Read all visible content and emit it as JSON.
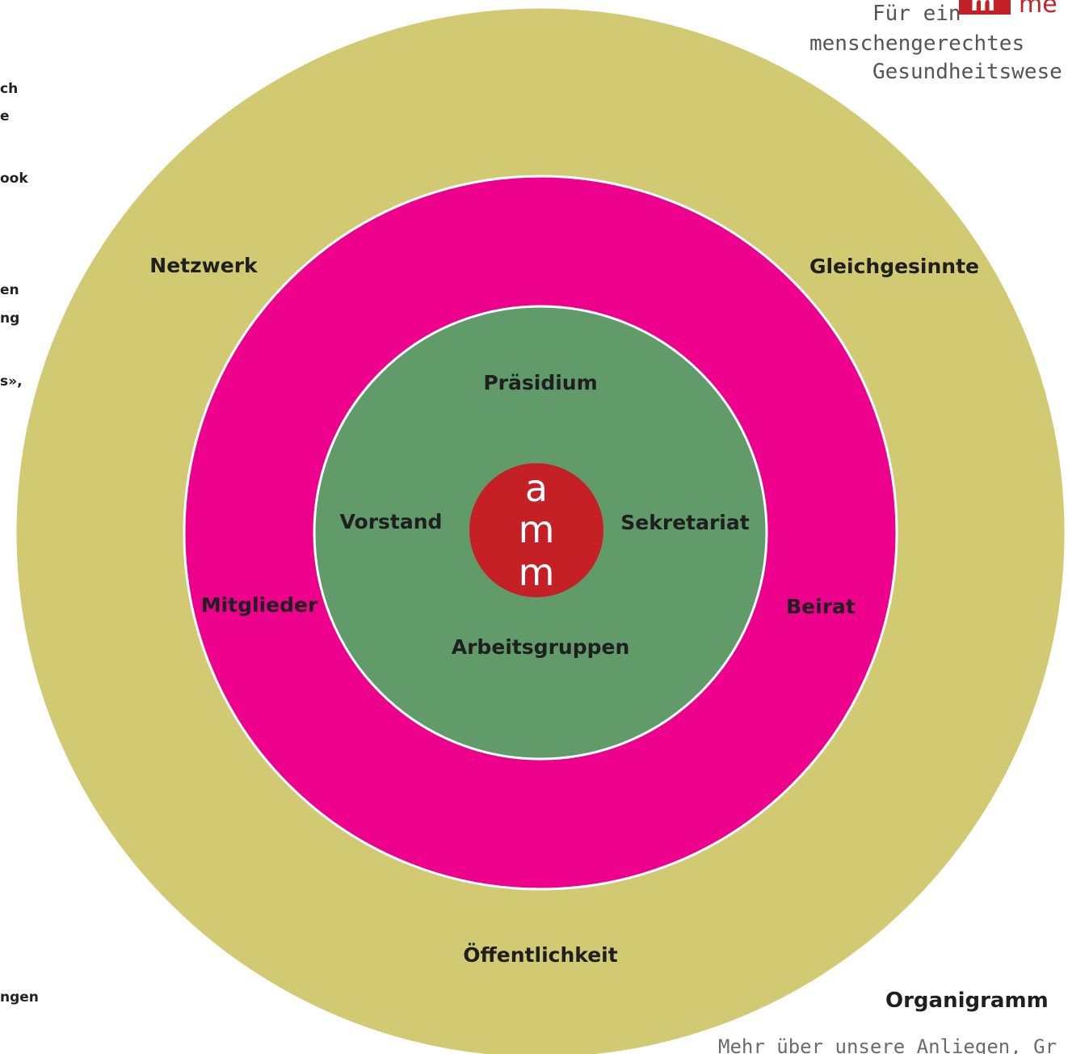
{
  "sidebar_fragments": [
    "ch",
    "e",
    "ook",
    "en",
    "ng",
    "s»,",
    "ngen"
  ],
  "logo": {
    "line1": "Für ein",
    "mark_letter": "m",
    "word": "me",
    "line2": "menschengerechtes",
    "line3": "Gesundheitswese"
  },
  "diagram": {
    "outer_ring": {
      "color": "#d2ca73",
      "labels": {
        "top_left": "Netzwerk",
        "top_right": "Gleichgesinnte",
        "bottom": "Öffentlichkeit"
      }
    },
    "middle_ring": {
      "color": "#ec008c",
      "labels": {
        "left": "Mitglieder",
        "right": "Beirat"
      }
    },
    "inner_circle": {
      "color": "#609b69",
      "labels": {
        "top": "Präsidium",
        "left": "Vorstand",
        "right": "Sekretariat",
        "bottom": "Arbeitsgruppen"
      }
    },
    "core": {
      "color": "#c42026",
      "letters": [
        "a",
        "m",
        "m"
      ]
    }
  },
  "title": "Organigramm",
  "more_link": "Mehr über unsere Anliegen, Gr"
}
